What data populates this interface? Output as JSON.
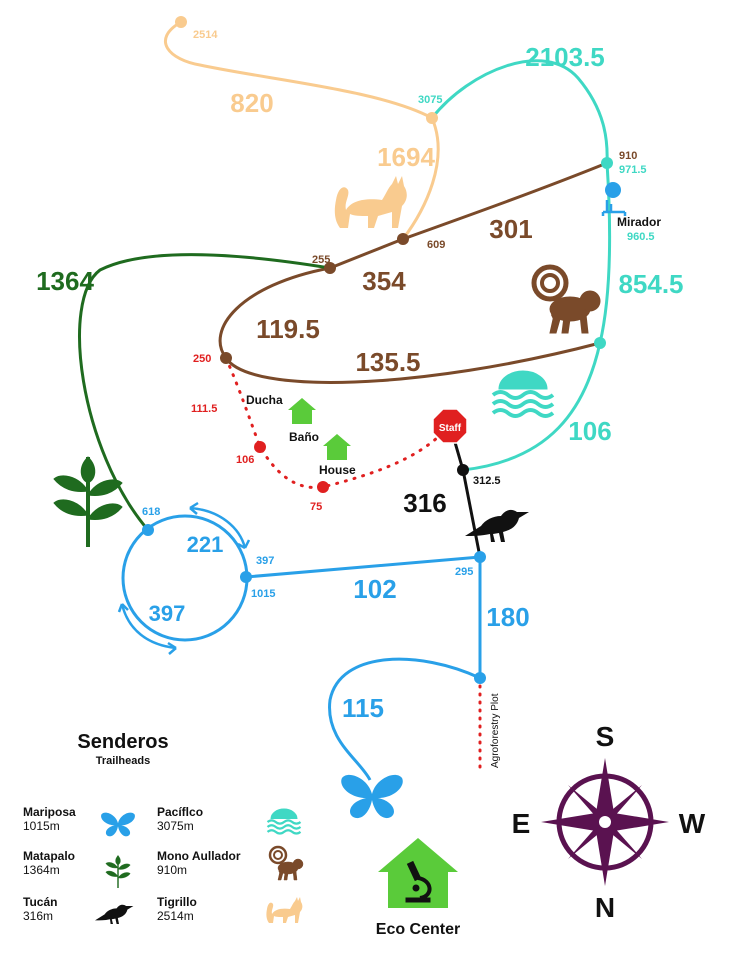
{
  "colors": {
    "tigrillo": "#F9CB8F",
    "pacifico": "#3FD8C4",
    "mono": "#7A4A2A",
    "matapalo": "#1F6B1F",
    "mariposa": "#29A0E8",
    "tucan": "#111111",
    "camp": "#E02020",
    "house": "#5ACB3A",
    "compass": "#5A1250"
  },
  "trail_segments": [
    {
      "name": "820",
      "value": 820
    },
    {
      "name": "1694",
      "value": 1694
    },
    {
      "name": "2103.5",
      "value": 2103.5
    },
    {
      "name": "301",
      "value": 301
    },
    {
      "name": "1364",
      "value": 1364
    },
    {
      "name": "354",
      "value": 354
    },
    {
      "name": "854.5",
      "value": 854.5
    },
    {
      "name": "119.5",
      "value": 119.5
    },
    {
      "name": "135.5",
      "value": 135.5
    },
    {
      "name": "106",
      "value": 106
    },
    {
      "name": "316",
      "value": 316
    },
    {
      "name": "221",
      "value": 221
    },
    {
      "name": "397",
      "value": 397
    },
    {
      "name": "102",
      "value": 102
    },
    {
      "name": "180",
      "value": 180
    },
    {
      "name": "115",
      "value": 115
    }
  ],
  "node_labels": {
    "n2514": "2514",
    "n3075": "3075",
    "n910": "910",
    "n971": "971.5",
    "n960": "960.5",
    "n609": "609",
    "n255": "255",
    "n250": "250",
    "n111": "111.5",
    "n106": "106",
    "n75": "75",
    "n312": "312.5",
    "n618": "618",
    "n397": "397",
    "n1015": "1015",
    "n295": "295"
  },
  "places": {
    "mirador": "Mirador",
    "ducha": "Ducha",
    "bano": "Baño",
    "house": "House",
    "staff": "Staff",
    "agro": "Agroforestry Plot",
    "eco_center": "Eco Center"
  },
  "compass": {
    "top": "S",
    "left": "E",
    "right": "W",
    "bottom": "N"
  },
  "legend": {
    "title": "Senderos",
    "subtitle": "Trailheads",
    "items": [
      {
        "name": "Mariposa",
        "value": "1015m",
        "icon": "butterfly-icon"
      },
      {
        "name": "Matapalo",
        "value": "1364m",
        "icon": "plant-icon"
      },
      {
        "name": "Tucán",
        "value": "316m",
        "icon": "bird-icon"
      },
      {
        "name": "Pacíflco",
        "value": "3075m",
        "icon": "waves-icon"
      },
      {
        "name": "Mono Aullador",
        "value": "910m",
        "icon": "monkey-icon"
      },
      {
        "name": "Tigrillo",
        "value": "2514m",
        "icon": "cat-icon"
      }
    ]
  }
}
